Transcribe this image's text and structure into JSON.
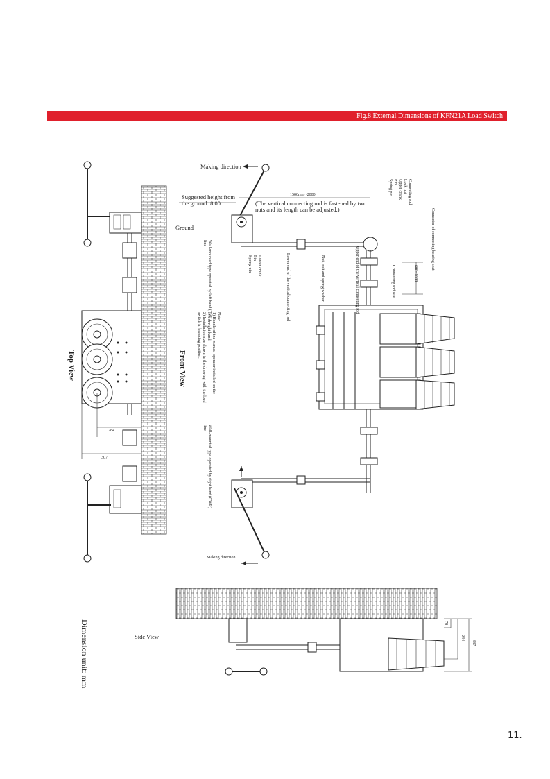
{
  "header": {
    "title": "Fig.8 External Dimensions of KFN21A Load Switch",
    "accent_color": "#e0202c"
  },
  "views": {
    "top": "Top View",
    "front": "Front View",
    "side": "Side View"
  },
  "labels": {
    "making_direction_top": "Making direction",
    "making_direction_bottom": "Making direction",
    "suggested_height_line1": "Suggested height from",
    "suggested_height_line2": "the ground: 8.00",
    "ground": "Ground",
    "rod_length": "1500mm~2000",
    "rod_note_line1": "(The vertical connecting rod is fastened by two",
    "rod_note_line2": "nuts and its length can be adjusted.)",
    "operator_left_line1": "Wall-mounted type operated by left hand (CWL)",
    "operator_left_line2": "line",
    "operator_right_line1": "Wall-mounted type operated by right hand (CWR)",
    "operator_right_line2": "line",
    "lower_crank_line1": "Lower crank",
    "lower_crank_line2": "Pin",
    "lower_crank_line3": "Spring pin",
    "lower_end_rod": "Lower end of the vertical connecting rod",
    "nut_bolt": "Nut, bolt and spring washer",
    "upper_end_rod": "Upper end of the vertical connecting rod",
    "connecting_rod_seat": "Connecting rod seat",
    "connector_bearing": "Connector of connecting bearing seat",
    "dim_600_1000": "600~1000",
    "stack_1": "Connecting rod",
    "stack_2": "Lock nut",
    "stack_3": "Upper crank",
    "stack_4": "Pin",
    "stack_5": "Spring pin",
    "note_title": "Note:",
    "note_line1": "1) Handle of the manual operator installed on the",
    "note_line2": "left or right hand.",
    "note_line3": "2) Installation size shown in the drawing with the load",
    "note_line4": "switch in breaking position.",
    "dimension_unit": "Dimension unit: mm"
  },
  "dimensions": {
    "d284": "284",
    "d307": "307",
    "d78": "78",
    "d244": "244",
    "d387": "387"
  },
  "page": {
    "number": "11."
  }
}
